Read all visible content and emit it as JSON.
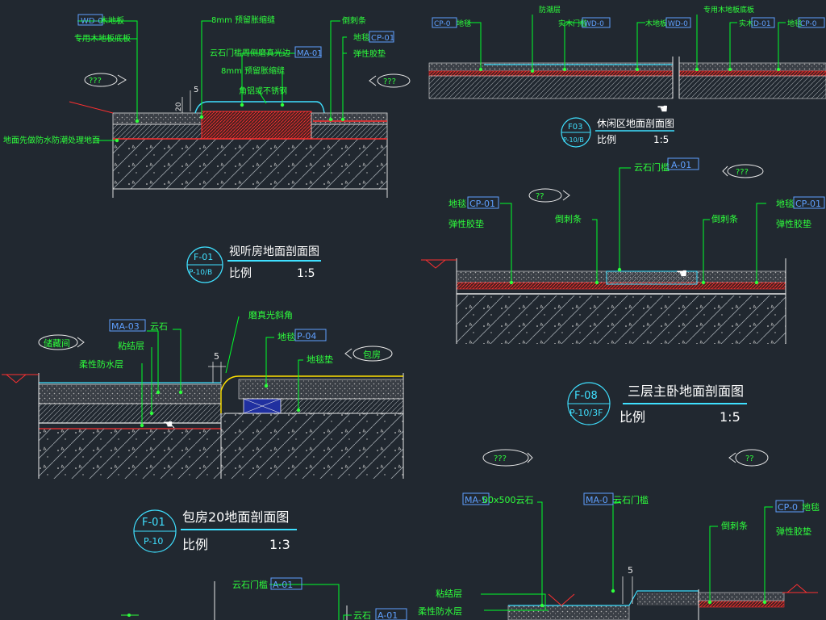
{
  "colors": {
    "background": "#212830",
    "leader": "#00ff2a",
    "label": "#2eff3c",
    "tag": "#5fa0ff",
    "title": "#ffffff",
    "cyan": "#3fe0ff",
    "red": "#ff2a2a",
    "yellow": "#ffe000",
    "white": "#e8e8e8",
    "hatch": "#b8b8b8"
  },
  "d1": {
    "tag_wd": "WD-0",
    "wood_floor": "木地板",
    "wood_base": "专用木地板底板",
    "gap8": "8mm 预留胀缩缝",
    "stone_sill_note": "云石门槛周侧磨真光边",
    "tag_ma01": "MA-01",
    "gap8b": "8mm 预留胀缩缝",
    "alu_strip": "角铝或不锈钢",
    "edge_strip": "倒刺条",
    "carpet": "地毯",
    "tag_cp01": "CP-01",
    "underlay": "弹性胶垫",
    "waterproof_note": "地面先做防水防潮处理地面",
    "dim5": "5",
    "dim20": "20",
    "left_bubble": "???",
    "right_bubble": "???",
    "title_code": "F-01",
    "title_ref": "P-10/B",
    "title": "视听房地面剖面图",
    "scale_label": "比例",
    "scale": "1:5"
  },
  "d2": {
    "left_bubble": "储藏间",
    "tag_ma03": "MA-03",
    "stone": "云石",
    "bond": "粘结层",
    "flex_wp": "柔性防水层",
    "bevel": "磨真光斜角",
    "carpet": "地毯",
    "tag_p04": "P-04",
    "carpet_pad": "地毯垫",
    "right_bubble": "包房",
    "dim5": "5",
    "title_code": "F-01",
    "title_ref": "P-10",
    "title": "包房20地面剖面图",
    "scale_label": "比例",
    "scale": "1:3"
  },
  "d3": {
    "tag_cp0": "CP-0",
    "carpet": "地毯",
    "underlay": "防潮层",
    "solid_sill": "实木门槛",
    "tag_wd0": "WD-0",
    "wood_floor": "木地板",
    "tag_wd02": "WD-0",
    "wood_base": "专用木地板底板",
    "solid_wood": "实木",
    "tag_d01": "D-01",
    "carpet2": "地毯",
    "tag_cp02": "CP-0",
    "title_code": "F03",
    "title_ref": "P-10/B",
    "title": "休闲区地面剖面图",
    "scale_label": "比例",
    "scale": "1:5"
  },
  "d4": {
    "stone_sill": "云石门槛",
    "tag_a01": "A-01",
    "bubble_top": "???",
    "bubble_left": "??",
    "carpet_l": "地毯",
    "tag_cp01_l": "CP-01",
    "underlay_l": "弹性胶垫",
    "edge_l": "倒刺条",
    "edge_r": "倒刺条",
    "carpet_r": "地毯",
    "tag_cp01_r": "CP-01",
    "underlay_r": "弹性胶垫",
    "title_code": "F-08",
    "title_ref": "P-10/3F",
    "title": "三层主卧地面剖面图",
    "scale_label": "比例",
    "scale": "1:5"
  },
  "d5": {
    "bubble_a": "???",
    "bubble_b": "??",
    "tag_ma5": "MA-5",
    "stone_500": "00x500云石",
    "tag_ma0": "MA-0",
    "stone_sill": "云石门槛",
    "tag_cp0": "CP-0",
    "carpet": "地毯",
    "edge": "倒刺条",
    "underlay": "弹性胶垫",
    "bond": "粘结层",
    "flex_wp": "柔性防水层",
    "dim5": "5"
  },
  "d6": {
    "stone_sill": "云石门槛",
    "tag_a01": "A-01",
    "stone": "云石",
    "tag_a01b": "A-01"
  }
}
